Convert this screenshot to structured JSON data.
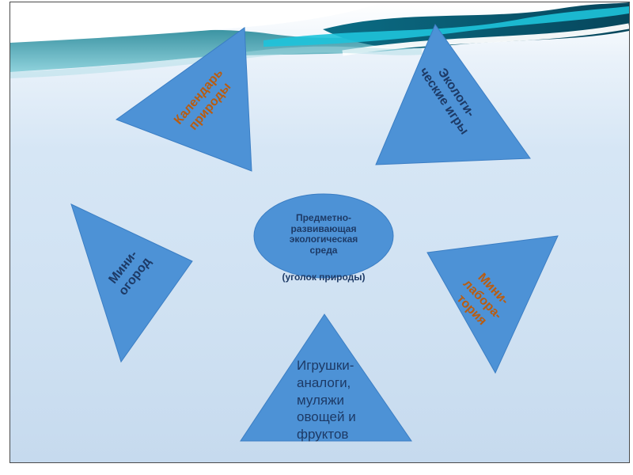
{
  "slide": {
    "center_ellipse": {
      "title": "Предметно-\nразвивающая\nэкологическая\nсреда",
      "subtitle": "(уголок природы)"
    },
    "labels": {
      "top_left": "Календарь\nприроды",
      "top_right": "Экологи-\nческие игры",
      "left": "Мини-\nогород",
      "right": "Мини-\nлабора-\nтория",
      "bottom": "Игрушки-\nаналоги,\nмуляжи\nовощей и\nфруктов"
    },
    "colors": {
      "shape_blue": "#4d92d6",
      "text_navy": "#1d3a66",
      "text_orange": "#b95c10",
      "background_blue": "#d2e3f3",
      "wave_teal": "#0a6e80",
      "wave_cyan": "#1ec3da",
      "wave_dark": "#06465c"
    }
  }
}
